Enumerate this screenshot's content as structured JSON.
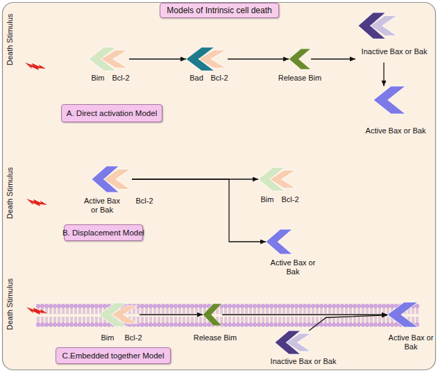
{
  "diagram": {
    "title": "Models of Intrinsic cell death",
    "nodes": [
      {
        "text": [
          "Bim",
          "Bcl-2"
        ]
      },
      {
        "text": [
          "Bad",
          "Bcl-2"
        ]
      },
      {
        "text": [
          "Release Bim"
        ]
      },
      {
        "text": [
          "Inactive Bax or Bak"
        ]
      },
      {
        "text": [
          "Active Bax or Bak"
        ]
      },
      {
        "text": [
          "A. Direct activation Model"
        ]
      },
      {
        "text": [
          "Active Bax or Bak",
          "Bcl-2"
        ]
      },
      {
        "text": [
          "Bim",
          "Bcl-2"
        ]
      },
      {
        "text": [
          "Active Bax or Bak"
        ]
      },
      {
        "text": [
          "B. Displacement Model"
        ]
      },
      {
        "text": [
          "Bim",
          "Bcl-2"
        ]
      },
      {
        "text": [
          "Release Bim"
        ]
      },
      {
        "text": [
          "Active Bax or Bak"
        ]
      },
      {
        "text": [
          "Inactive Bax or Bak"
        ]
      },
      {
        "text": [
          "C.Embedded together Model"
        ]
      }
    ],
    "edges": [
      {
        "from": 0,
        "to": 1,
        "arrow": "to"
      },
      {
        "from": 1,
        "to": 2,
        "arrow": "to"
      },
      {
        "from": 2,
        "to": 3,
        "arrow": "to"
      },
      {
        "from": 3,
        "to": 4,
        "arrow": "to"
      },
      {
        "from": 6,
        "to": 7,
        "arrow": "to"
      },
      {
        "from": 6,
        "to": 8,
        "arrow": "to"
      },
      {
        "from": 10,
        "to": 11,
        "arrow": "to"
      },
      {
        "from": 11,
        "to": 12,
        "arrow": "to"
      },
      {
        "from": 13,
        "to": 12,
        "arrow": "to"
      }
    ],
    "labels": [
      "Death Stimulus",
      "Death Stimulus",
      "Death Stimulus"
    ]
  }
}
